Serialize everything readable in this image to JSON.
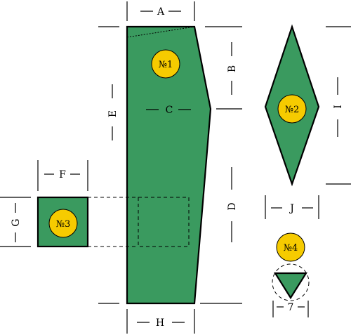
{
  "colors": {
    "fill": "#3a9a5f",
    "badge": "#f6cb00",
    "stroke": "#000000"
  },
  "dimensions": {
    "a": "A",
    "b": "B",
    "c": "C",
    "d": "D",
    "e": "E",
    "f": "F",
    "g": "G",
    "h": "H",
    "i": "I",
    "j": "J",
    "seven": "7"
  },
  "pieces": {
    "p1": "№1",
    "p2": "№2",
    "p3": "№3",
    "p4": "№4"
  }
}
